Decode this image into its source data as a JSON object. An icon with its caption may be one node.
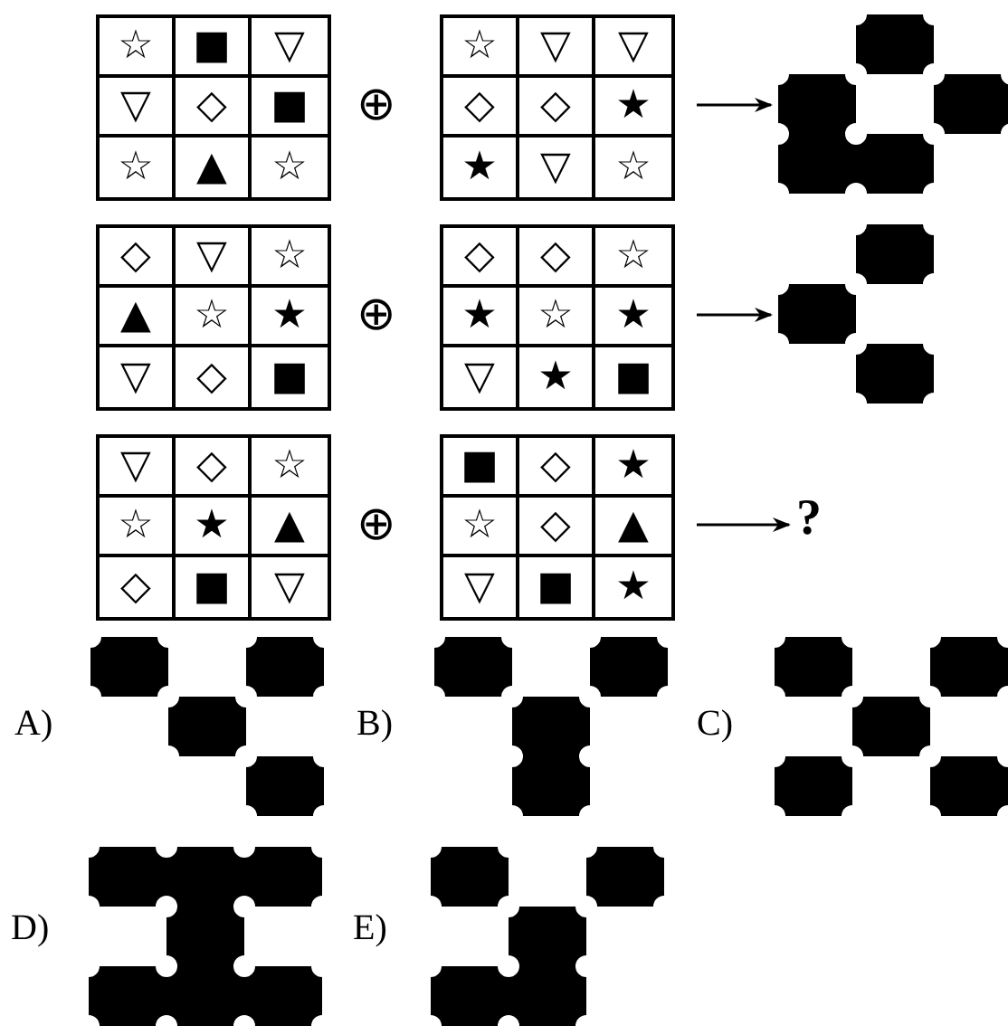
{
  "diagram": {
    "nodes": [
      {
        "text": [],
        "shape": "picture"
      },
      {
        "text": [],
        "shape": "picture"
      },
      {
        "text": [
          "?"
        ]
      }
    ],
    "edges": [
      {
        "from": null,
        "to": 0,
        "arrow": "to"
      },
      {
        "from": null,
        "to": 1,
        "arrow": "to"
      },
      {
        "from": null,
        "to": 2,
        "arrow": "to"
      }
    ],
    "labels": [
      "☆",
      "■",
      "▽",
      "▽",
      "◇",
      "■",
      "☆",
      "▲",
      "☆",
      "⊕",
      "☆",
      "▽",
      "▽",
      "◇",
      "◇",
      "★",
      "★",
      "▽",
      "☆",
      "◇",
      "▽",
      "☆",
      "▲",
      "☆",
      "★",
      "▽",
      "◇",
      "■",
      "⊕",
      "◇",
      "◇",
      "☆",
      "★",
      "☆",
      "★",
      "▽",
      "★",
      "■",
      "▽",
      "◇",
      "☆",
      "☆",
      "★",
      "▲",
      "◇",
      "■",
      "▽",
      "⊕",
      "■",
      "◇",
      "★",
      "☆",
      "◇",
      "▲",
      "▽",
      "■",
      "★",
      "A)",
      "B)",
      "C)",
      "D)",
      "E)"
    ]
  }
}
